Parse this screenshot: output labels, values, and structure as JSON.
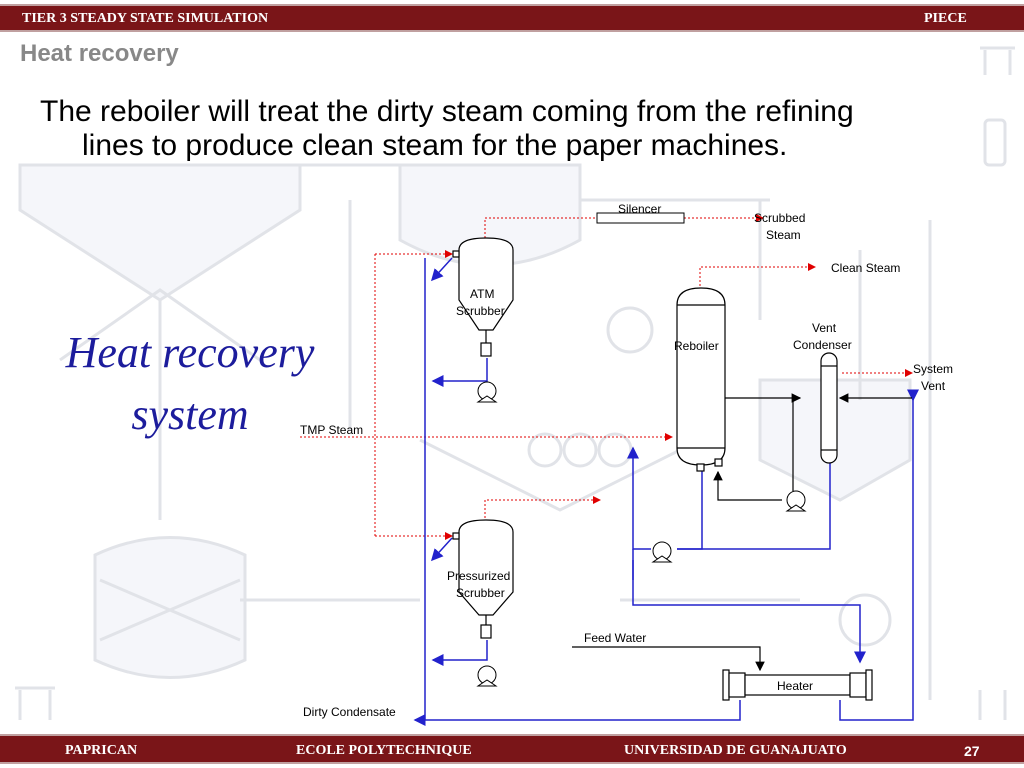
{
  "header": {
    "left_title": "TIER 3   STEADY STATE SIMULATION",
    "right_title": "PIECE"
  },
  "slide": {
    "title": "Heat recovery",
    "body_line1": "The reboiler will treat the dirty steam coming from the refining",
    "body_line2": "lines to produce clean steam for the paper machines.",
    "big_label": "Heat recovery system"
  },
  "diagram": {
    "labels": {
      "silencer": "Silencer",
      "scrubbed_steam_1": "Scrubbed",
      "scrubbed_steam_2": "Steam",
      "clean_steam": "Clean Steam",
      "atm_1": "ATM",
      "atm_2": "Scrubber",
      "reboiler": "Reboiler",
      "vent_1": "Vent",
      "vent_2": "Condenser",
      "system_vent_1": "System",
      "system_vent_2": "Vent",
      "tmp_steam": "TMP Steam",
      "press_1": "Pressurized",
      "press_2": "Scrubber",
      "feed_water": "Feed Water",
      "heater": "Heater",
      "dirty_condensate": "Dirty Condensate"
    },
    "colors": {
      "steam_line": "#e00000",
      "water_line": "#2222cc",
      "equipment": "#000000"
    }
  },
  "footer": {
    "org1": "PAPRICAN",
    "org2": "ECOLE POLYTECHNIQUE",
    "org3": "UNIVERSIDAD DE GUANAJUATO",
    "page_number": "27"
  }
}
